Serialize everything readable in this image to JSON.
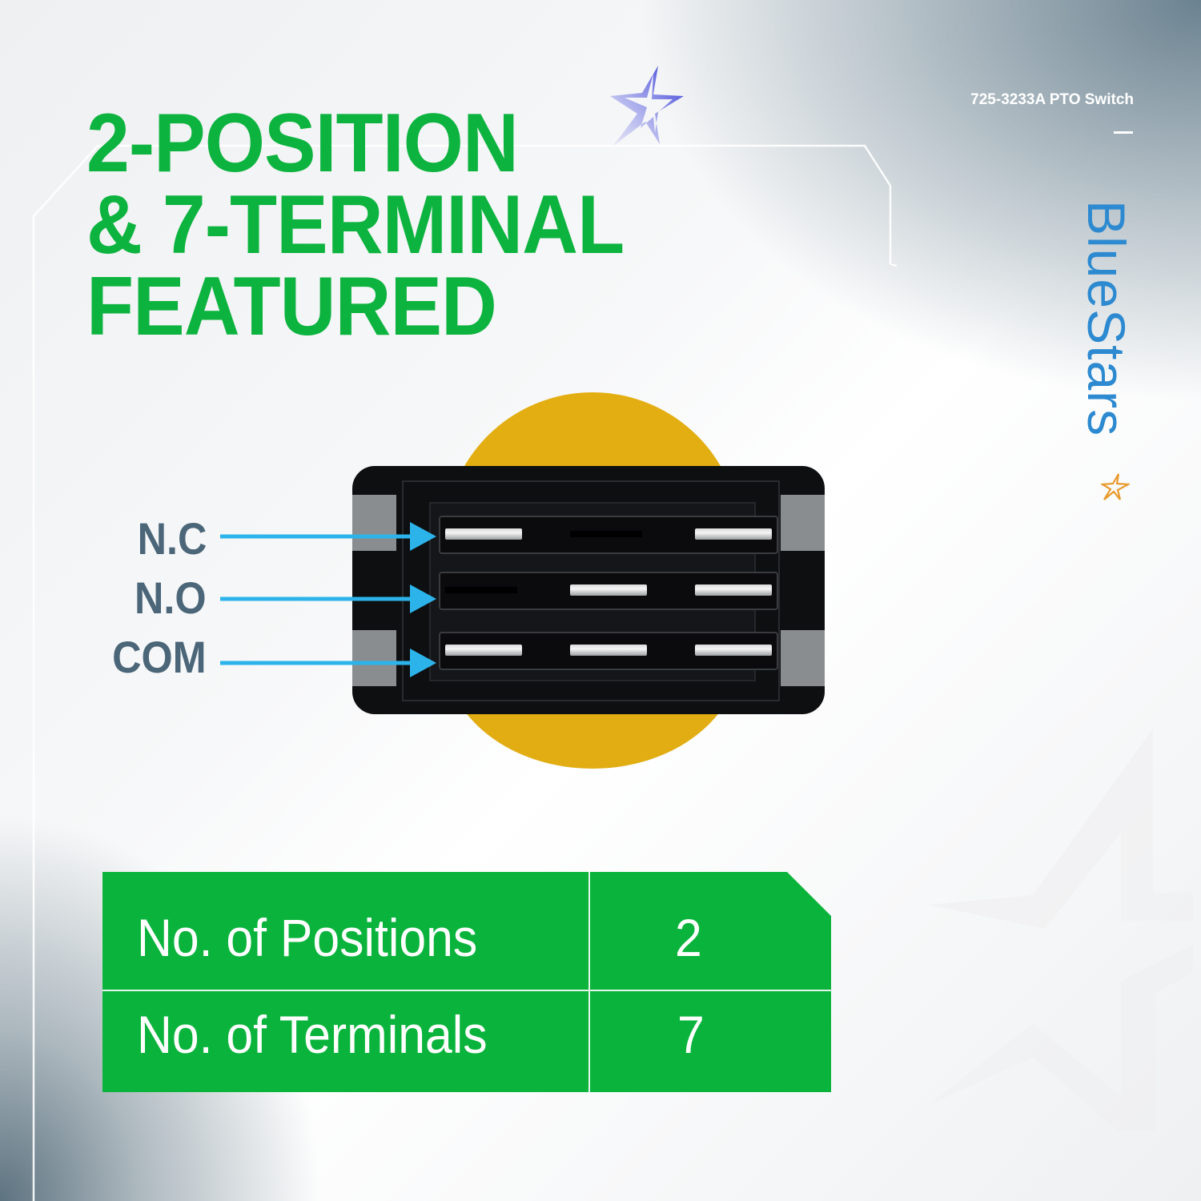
{
  "header": {
    "headline": [
      "2-POSITION",
      "& 7-TERMINAL",
      "FEATURED"
    ],
    "product_title": "725-3233A PTO Switch"
  },
  "brand": {
    "name": "BlueStars",
    "logo_star": "star-icon"
  },
  "diagram": {
    "pin_labels": [
      {
        "label": "N.C",
        "meaning": "normally closed"
      },
      {
        "label": "N.O",
        "meaning": "normally open"
      },
      {
        "label": "COM",
        "meaning": "common"
      }
    ],
    "terminal_rows": [
      {
        "pins": [
          "pin",
          "slot",
          "pin"
        ]
      },
      {
        "pins": [
          "slot",
          "pin",
          "pin"
        ]
      },
      {
        "pins": [
          "pin",
          "pin",
          "pin"
        ]
      }
    ]
  },
  "specs": {
    "rows": [
      {
        "label": "No. of Positions",
        "value": "2"
      },
      {
        "label": "No. of Terminals",
        "value": "7"
      }
    ]
  },
  "colors": {
    "headline_green": "#0db33f",
    "table_green": "#0ab43c",
    "label_slate": "#4b6678",
    "arrow_blue": "#2cb4ea",
    "brand_blue": "#2d8ad0",
    "knob_yellow": "#e3ae12"
  }
}
